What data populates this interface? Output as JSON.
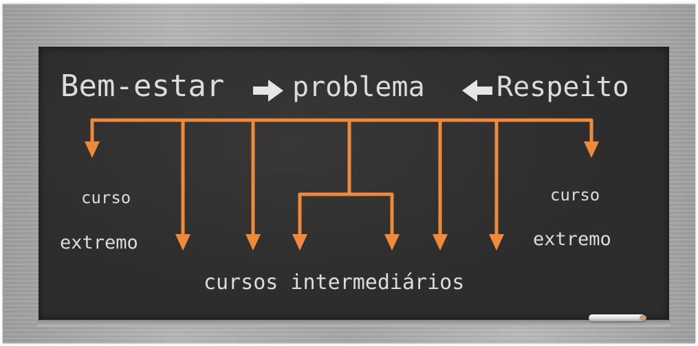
{
  "title_line": {
    "left": "Bem-estar",
    "center": "problema",
    "right": "Respeito"
  },
  "labels": {
    "left_word1": "curso",
    "left_word2": "extremo",
    "right_word1": "curso",
    "right_word2": "extremo",
    "bottom": "cursos intermediários"
  },
  "colors": {
    "arrow": "#f08a3a",
    "chalk": "#dcdcdc",
    "board": "#2d2d2d"
  }
}
